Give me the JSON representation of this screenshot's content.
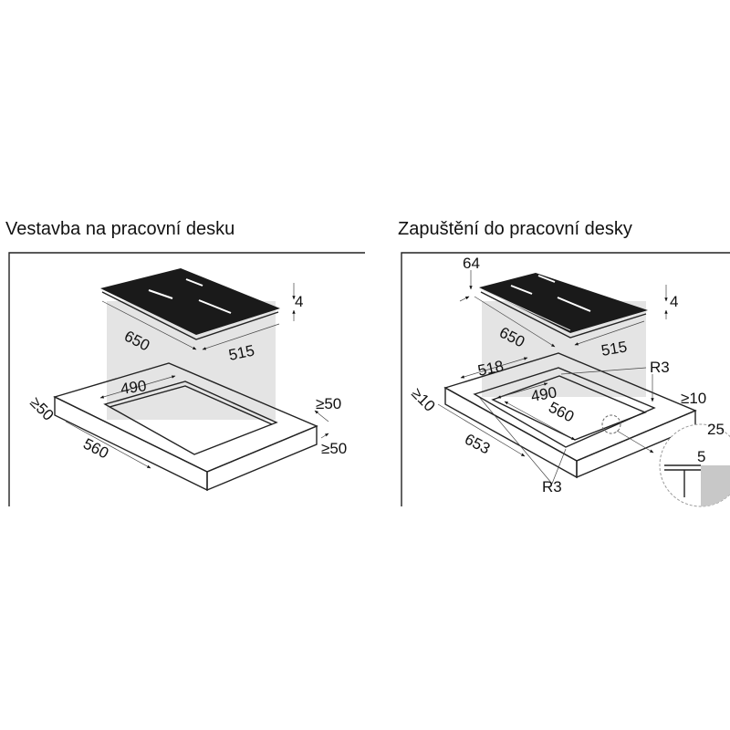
{
  "left": {
    "title": "Vestavba na pracovní desku",
    "labels": {
      "thickness": "4",
      "length": "650",
      "depth": "515",
      "cut_width": "490",
      "cut_length": "560",
      "margin_left": "≥50",
      "margin_right_top": "≥50",
      "margin_right_bottom": "≥50"
    }
  },
  "right": {
    "title": "Zapuštění do pracovní desky",
    "labels": {
      "frame": "64",
      "thickness": "4",
      "length": "650",
      "depth": "515",
      "recess_width": "518",
      "recess_length": "653",
      "cut_width": "490",
      "cut_length": "560",
      "radius_top": "R3",
      "radius_bottom": "R3",
      "margin_left": "≥10",
      "margin_right": "≥10",
      "recess_depth": "25",
      "detail_depth": "5"
    }
  },
  "colors": {
    "hob": "#1a1a1a",
    "shade": "#e4e4e4",
    "detail": "#c8c8c8"
  }
}
